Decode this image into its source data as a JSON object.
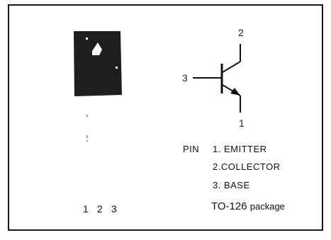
{
  "symbol": {
    "pins": [
      {
        "label": "2"
      },
      {
        "label": "3"
      },
      {
        "label": "1"
      }
    ]
  },
  "package_legs": {
    "labels": [
      "1",
      "2",
      "3"
    ]
  },
  "legend": {
    "prefix": "PIN",
    "items": [
      "1. EMITTER",
      "2.COLLECTOR",
      "3. BASE"
    ]
  },
  "package": {
    "name": "TO-126",
    "suffix": "package"
  },
  "colors": {
    "border": "#1a1a1a",
    "body": "#1e1e1e",
    "ink": "#111111"
  }
}
